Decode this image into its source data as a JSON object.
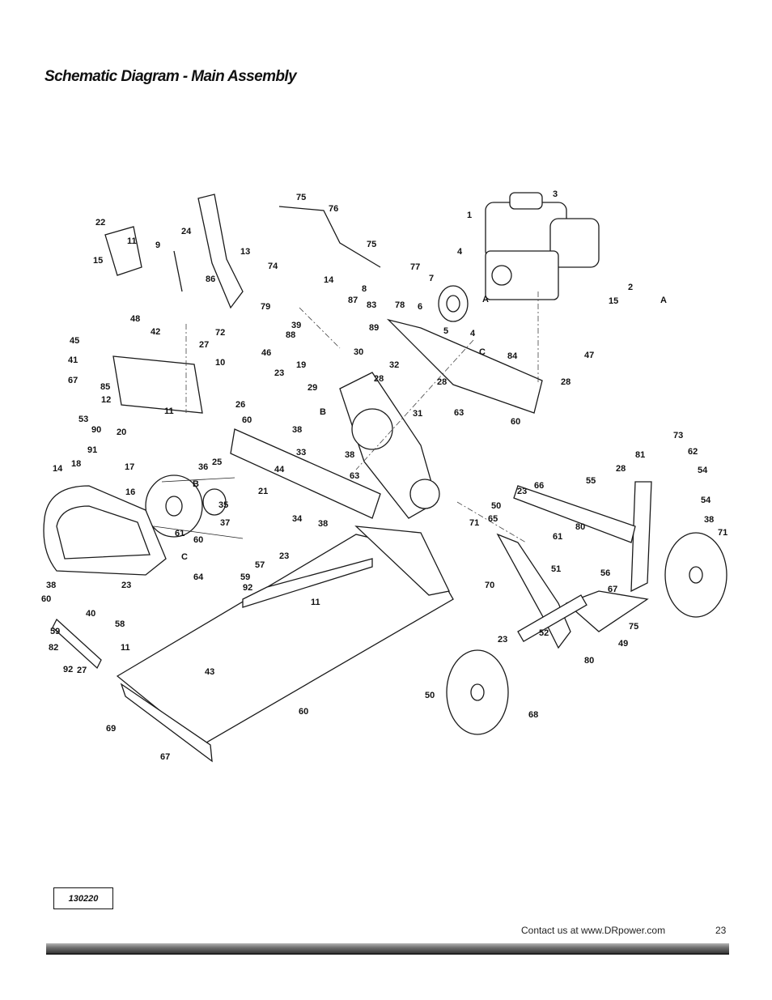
{
  "page": {
    "title": "Schematic Diagram - Main Assembly",
    "diagram_code": "130220",
    "footer_contact": "Contact us at www.DRpower.com",
    "page_number": "23"
  },
  "diagram": {
    "callouts": [
      "75",
      "76",
      "3",
      "1",
      "22",
      "24",
      "9",
      "13",
      "11",
      "15",
      "74",
      "75",
      "4",
      "77",
      "14",
      "86",
      "8",
      "7",
      "87",
      "83",
      "6",
      "78",
      "79",
      "2",
      "15",
      "A",
      "A",
      "72",
      "48",
      "42",
      "39",
      "89",
      "45",
      "88",
      "5",
      "4",
      "27",
      "46",
      "19",
      "30",
      "41",
      "32",
      "84",
      "C",
      "47",
      "10",
      "67",
      "85",
      "23",
      "28",
      "29",
      "28",
      "28",
      "12",
      "26",
      "B",
      "31",
      "63",
      "60",
      "53",
      "90",
      "11",
      "20",
      "60",
      "38",
      "91",
      "33",
      "38",
      "18",
      "25",
      "44",
      "63",
      "14",
      "17",
      "36",
      "B",
      "21",
      "16",
      "35",
      "34",
      "37",
      "38",
      "61",
      "60",
      "23",
      "C",
      "57",
      "59",
      "64",
      "38",
      "23",
      "92",
      "60",
      "40",
      "11",
      "59",
      "58",
      "82",
      "11",
      "92",
      "27",
      "43",
      "60",
      "69",
      "67",
      "73",
      "81",
      "62",
      "28",
      "55",
      "54",
      "66",
      "23",
      "54",
      "50",
      "38",
      "65",
      "71",
      "80",
      "71",
      "61",
      "51",
      "70",
      "56",
      "67",
      "52",
      "75",
      "23",
      "49",
      "80",
      "50",
      "68"
    ]
  }
}
